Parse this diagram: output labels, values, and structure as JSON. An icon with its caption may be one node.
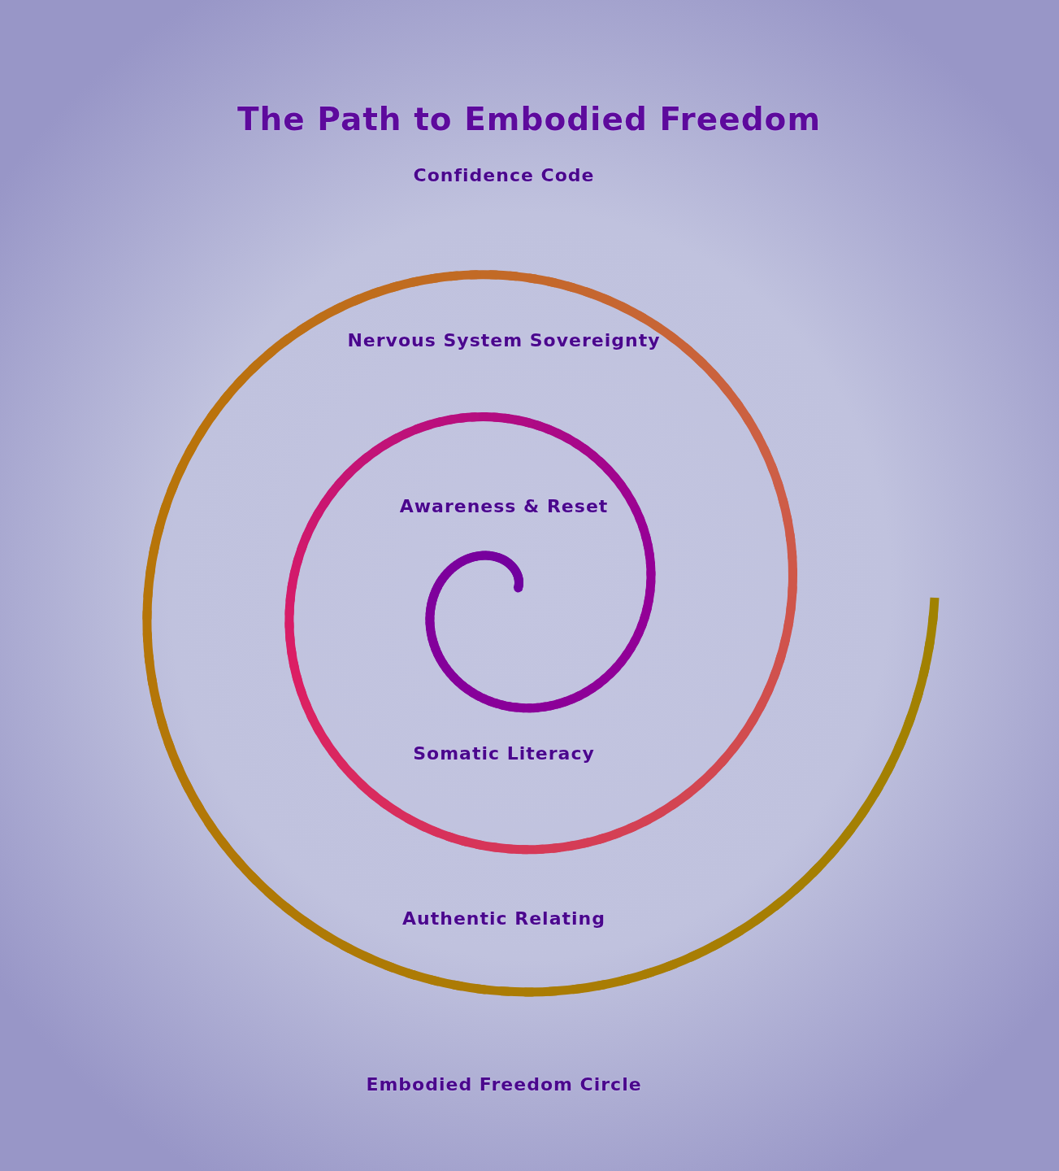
{
  "diagram": {
    "title": "The Path to Embodied Freedom",
    "labels": [
      "Confidence Code",
      "Nervous System Sovereignty",
      "Awareness & Reset",
      "Somatic Literacy",
      "Authentic Relating",
      "Embodied Freedom Circle"
    ]
  }
}
